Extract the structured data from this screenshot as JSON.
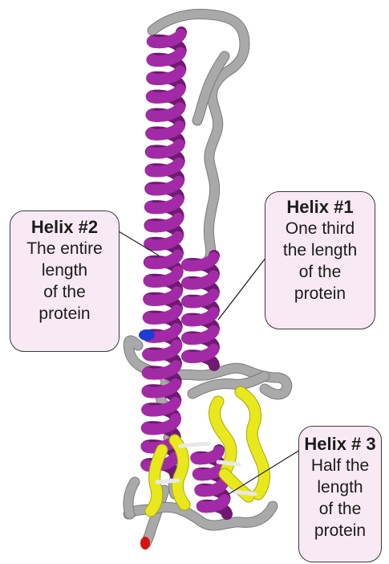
{
  "callouts": {
    "helix_2": {
      "title": "Helix #2",
      "lines": [
        "The entire",
        "length",
        "of the",
        "protein"
      ]
    },
    "helix_1": {
      "title": "Helix #1",
      "lines": [
        "One third",
        "the length",
        "of the",
        "protein"
      ]
    },
    "helix_3": {
      "title": "Helix # 3",
      "lines": [
        "Half the",
        "length",
        "of the",
        "protein"
      ]
    }
  },
  "colors": {
    "helix": "#a32aa6",
    "helix_dark": "#6e1a70",
    "coil": "#a9a9a9",
    "coil_dark": "#7b7b7b",
    "disulfide": "#e8e81c",
    "disulfide_dark": "#a8a812",
    "n_terminus": "#1e3bd6",
    "c_terminus": "#d41414",
    "callout_fill": "#f8eaf4",
    "callout_border": "#3a3a3a"
  }
}
